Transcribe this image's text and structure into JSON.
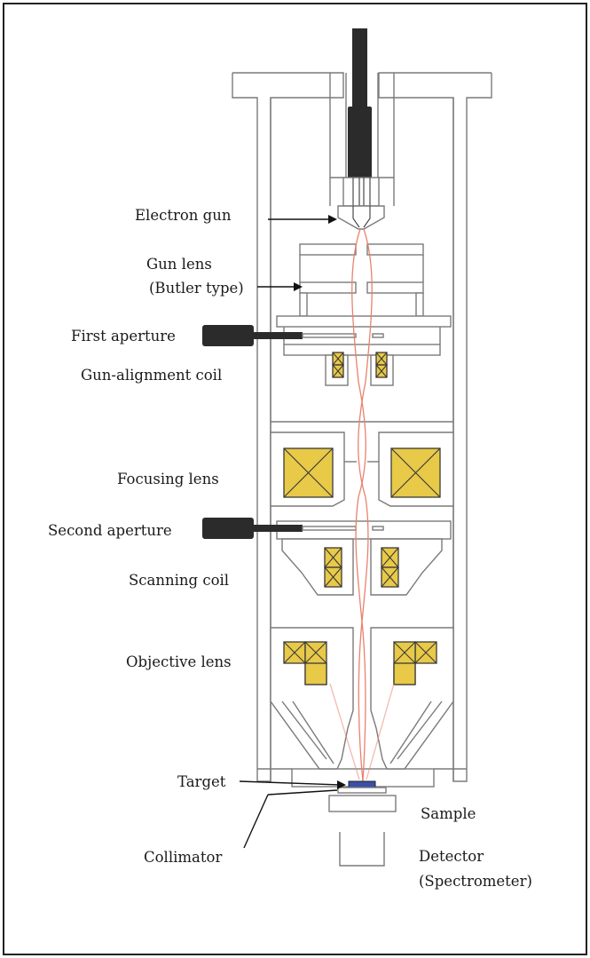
{
  "labels": {
    "electron_gun": "Electron gun",
    "gun_lens_line1": "Gun lens",
    "gun_lens_line2": "(Butler type)",
    "first_aperture": "First aperture",
    "gun_alignment_coil": "Gun-alignment coil",
    "focusing_lens": "Focusing lens",
    "second_aperture": "Second aperture",
    "scanning_coil": "Scanning coil",
    "objective_lens": "Objective lens",
    "target": "Target",
    "sample": "Sample",
    "collimator": "Collimator",
    "detector_line1": "Detector",
    "detector_line2": "(Spectrometer)"
  },
  "colors": {
    "coil_fill": "#e8c948",
    "beam": "#e8826e",
    "housing_outline": "#7a7a7a",
    "gun_rod": "#2b2b2b",
    "target": "#3a4fa8"
  }
}
